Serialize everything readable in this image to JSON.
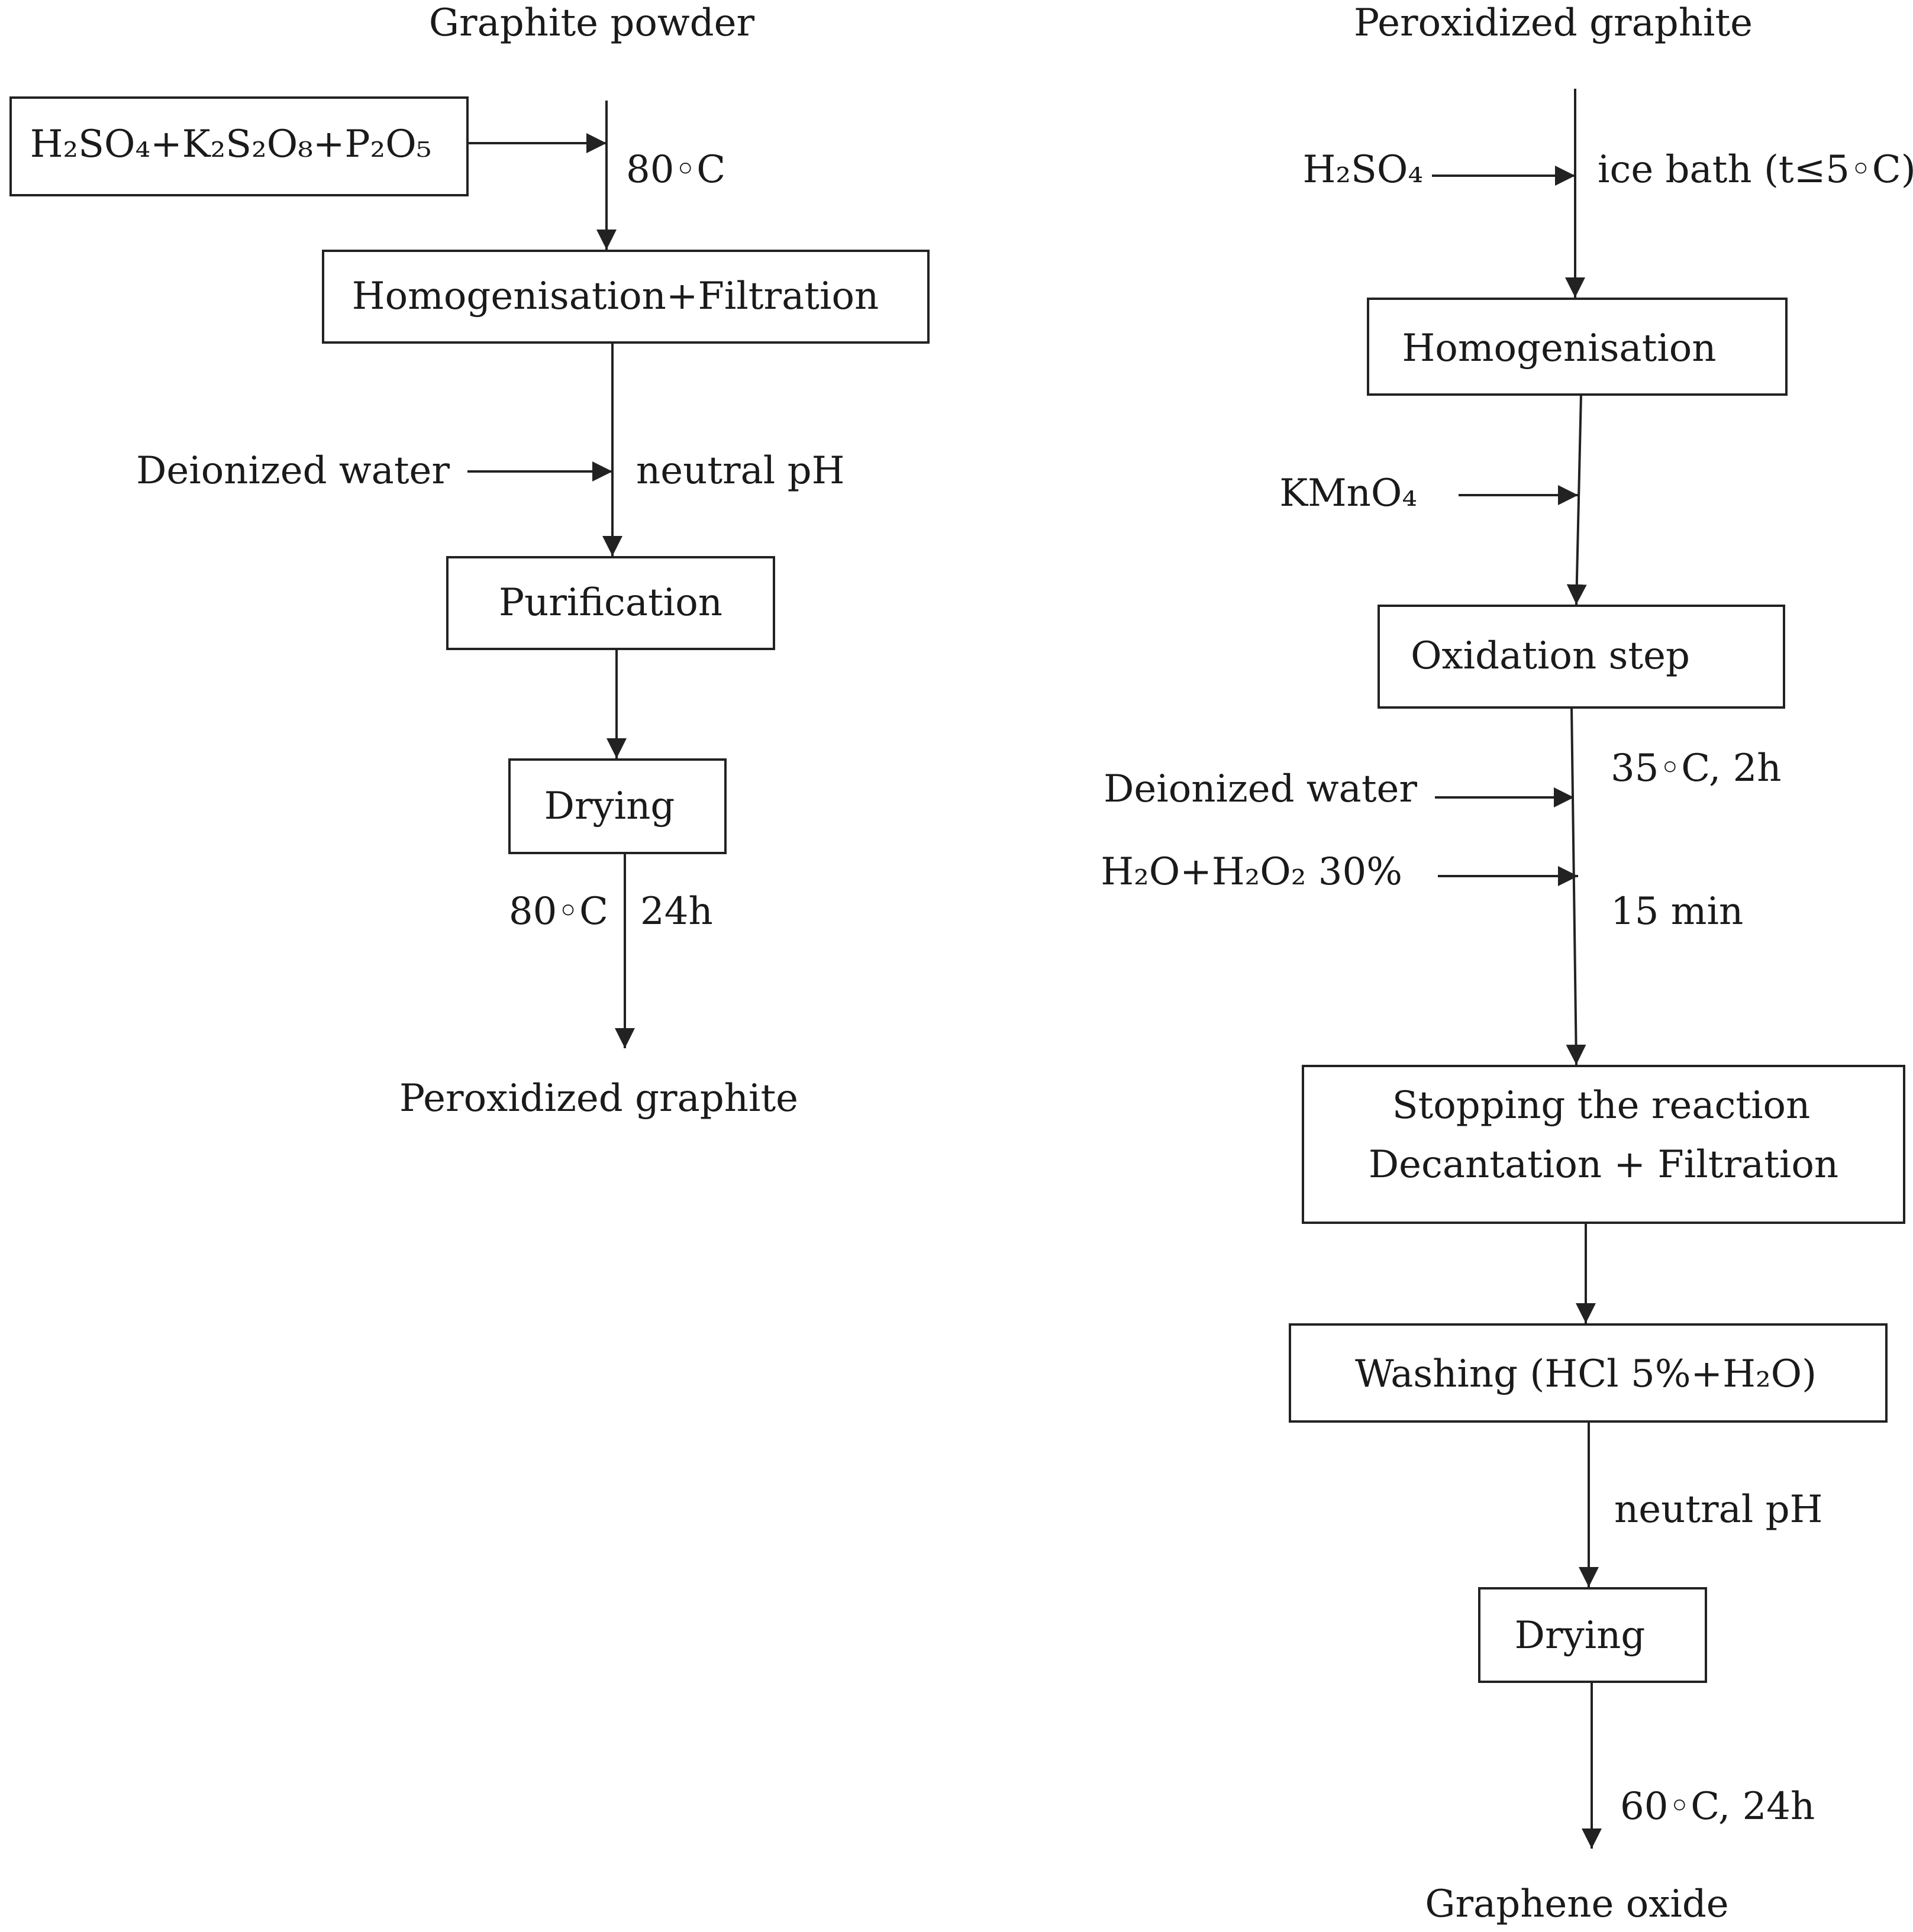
{
  "left": {
    "start": "Graphite powder",
    "reagent_box": "H₂SO₄+K₂S₂O₈+P₂O₅",
    "cond_80c": "80◦C",
    "box_homog_filt": "Homogenisation+Filtration",
    "input_water": "Deionized water",
    "cond_neutral": "neutral pH",
    "box_purification": "Purification",
    "box_drying": "Drying",
    "cond_drying_temp": "80◦C",
    "cond_drying_time": "24h",
    "end": "Peroxidized graphite"
  },
  "right": {
    "start": "Peroxidized graphite",
    "input_h2so4": "H₂SO₄",
    "cond_ice": "ice bath (t≤5◦C)",
    "box_homog": "Homogenisation",
    "input_kmno4": "KMnO₄",
    "box_oxidation": "Oxidation step",
    "cond_35c": "35◦C, 2h",
    "input_water": "Deionized water",
    "input_h2o2": "H₂O+H₂O₂ 30%",
    "cond_15min": "15 min",
    "box_stop_line1": "Stopping the reaction",
    "box_stop_line2": "Decantation + Filtration",
    "box_washing": "Washing (HCl 5%+H₂O)",
    "cond_neutral": "neutral pH",
    "box_drying": "Drying",
    "cond_60c": "60◦C, 24h",
    "end": "Graphene oxide"
  }
}
